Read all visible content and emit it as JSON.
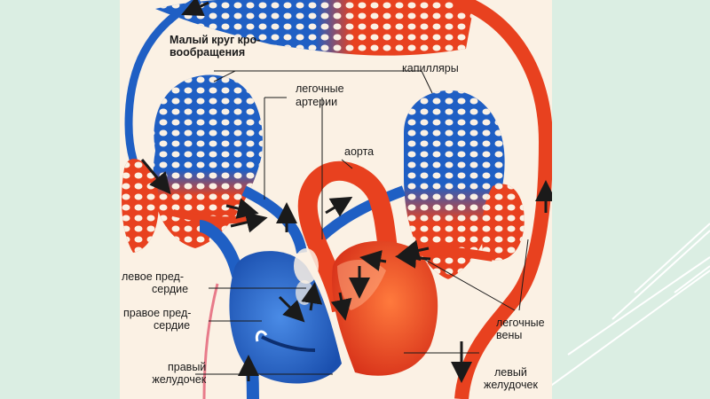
{
  "diagram": {
    "title_line1": "Малый круг кро-",
    "title_line2": "вообращения",
    "labels": {
      "capillaries": "капилляры",
      "pulmonary_arteries_1": "легочные",
      "pulmonary_arteries_2": "артерии",
      "aorta": "аорта",
      "left_atrium_1": "левое пред-",
      "left_atrium_2": "сердие",
      "right_atrium_1": "правое пред-",
      "right_atrium_2": "сердие",
      "right_ventricle_1": "правый",
      "right_ventricle_2": "желудочек",
      "pulmonary_veins_1": "легочные",
      "pulmonary_veins_2": "вены",
      "left_ventricle_1": "левый",
      "left_ventricle_2": "желудочек"
    }
  },
  "colors": {
    "background": "#dbeee3",
    "panel": "#fbf1e4",
    "venous_blue": "#1f5fc4",
    "arterial_red": "#e8411f",
    "accent_lines": "#ffffff"
  }
}
